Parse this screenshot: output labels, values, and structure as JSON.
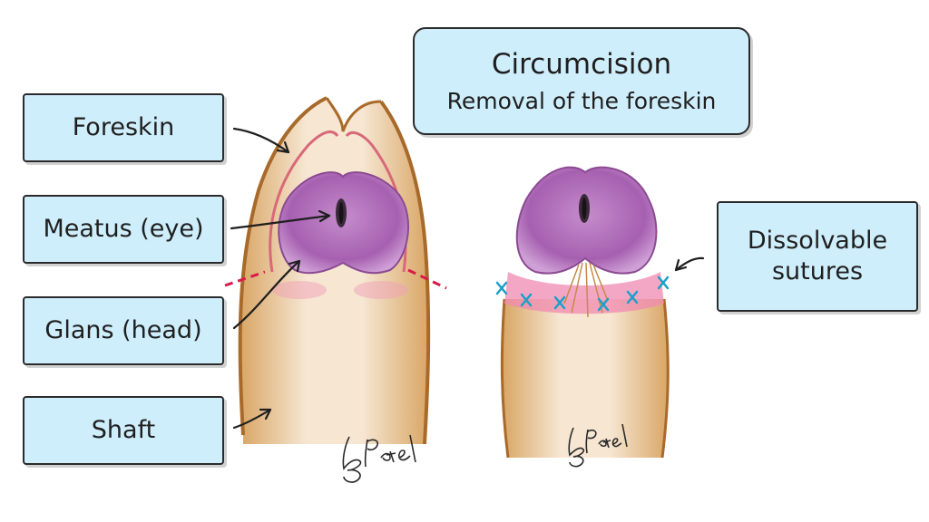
{
  "title": "Circumcision",
  "subtitle": "Removal of the foreskin",
  "labels": {
    "foreskin": "Foreskin",
    "meatus": "Meatus (eye)",
    "glans": "Glans (head)",
    "shaft": "Shaft",
    "sutures_line1": "Dissolvable",
    "sutures_line2": "sutures"
  },
  "signatures": {
    "left": "BPatel",
    "right": "BPatel"
  },
  "colors": {
    "label_fill": "#cfeefb",
    "skin": "#e0b27a",
    "skin_outline": "#a86a2a",
    "glans": "#b070b8",
    "cut_line": "#d81b4a",
    "sutures": "#1aa0c8"
  }
}
